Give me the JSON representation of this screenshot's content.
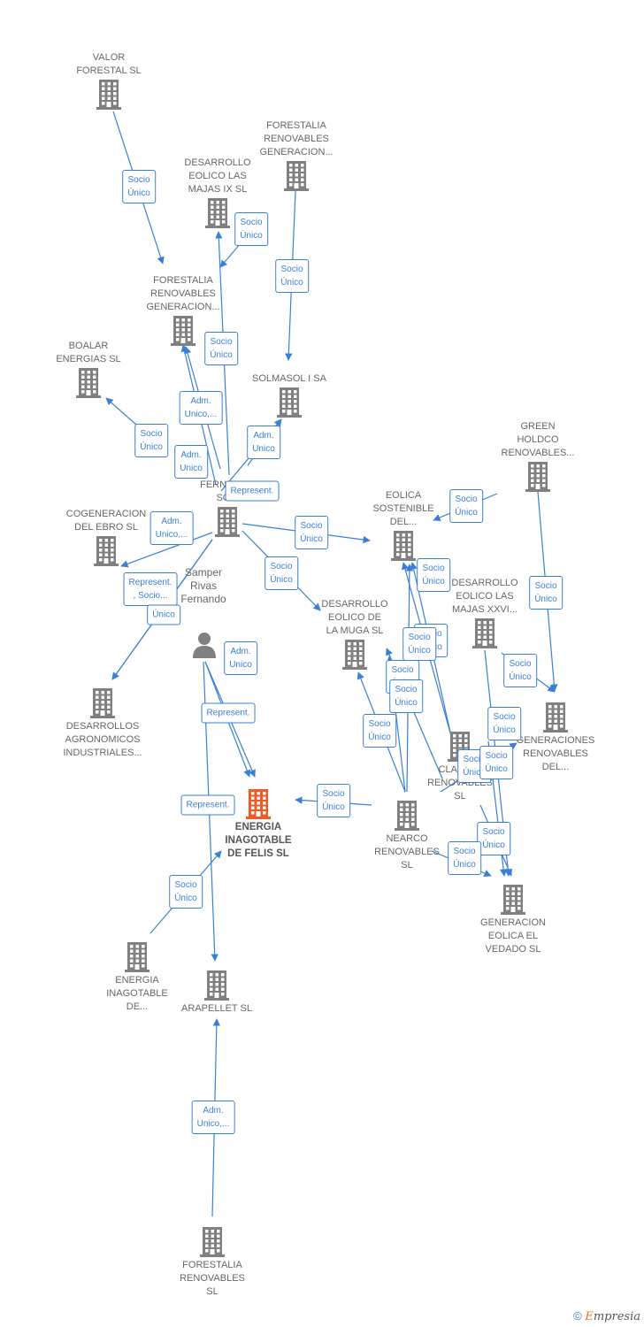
{
  "colors": {
    "node": "#808080",
    "main": "#f05a28",
    "edge": "#3a7fd5",
    "text": "#666666"
  },
  "nodes": [
    {
      "id": "valor",
      "label": "VALOR\nFORESTAL SL",
      "type": "company"
    },
    {
      "id": "forestalia_gen1",
      "label": "FORESTALIA\nRENOVABLES\nGENERACION...",
      "type": "company"
    },
    {
      "id": "eolico_ix",
      "label": "DESARROLLO\nEOLICO LAS\nMAJAS IX  SL",
      "type": "company"
    },
    {
      "id": "forestalia_gen2",
      "label": "FORESTALIA\nRENOVABLES\nGENERACION...",
      "type": "company"
    },
    {
      "id": "boalar",
      "label": "BOALAR\nENERGIAS  SL",
      "type": "company"
    },
    {
      "id": "solmasol",
      "label": "SOLMASOL I SA",
      "type": "company"
    },
    {
      "id": "green_holdco",
      "label": "GREEN\nHOLDCO\nRENOVABLES...",
      "type": "company"
    },
    {
      "id": "fernando_so",
      "label": "FERNANDO\nSO...",
      "type": "company"
    },
    {
      "id": "cogeneracion",
      "label": "COGENERACION\nDEL EBRO  SL",
      "type": "company"
    },
    {
      "id": "eolica_sostenible",
      "label": "EOLICA\nSOSTENIBLE\nDEL...",
      "type": "company"
    },
    {
      "id": "muga",
      "label": "DESARROLLO\nEOLICO DE\nLA MUGA SL",
      "type": "company"
    },
    {
      "id": "majas_xxvi",
      "label": "DESARROLLO\nEOLICO LAS\nMAJAS XXVI...",
      "type": "company"
    },
    {
      "id": "samper",
      "label": "Samper\nRivas\nFernando",
      "type": "person"
    },
    {
      "id": "agronomicos",
      "label": "DESARROLLOS\nAGRONOMICOS\nINDUSTRIALES...",
      "type": "company"
    },
    {
      "id": "generaciones",
      "label": "GENERACIONES\nRENOVABLES\nDEL...",
      "type": "company"
    },
    {
      "id": "clarion",
      "label": "CLARION\nRENOVABLES\nSL",
      "type": "company"
    },
    {
      "id": "main",
      "label": "ENERGIA\nINAGOTABLE\nDE FELIS  SL",
      "type": "main"
    },
    {
      "id": "nearco",
      "label": "NEARCO\nRENOVABLES\nSL",
      "type": "company"
    },
    {
      "id": "vedado",
      "label": "GENERACION\nEOLICA EL\nVEDADO SL",
      "type": "company"
    },
    {
      "id": "energia_de",
      "label": "ENERGIA\nINAGOTABLE\nDE...",
      "type": "company"
    },
    {
      "id": "arapellet",
      "label": "ARAPELLET  SL",
      "type": "company"
    },
    {
      "id": "forestalia_sl",
      "label": "FORESTALIA\nRENOVABLES\nSL",
      "type": "company"
    }
  ],
  "edges": [
    {
      "label": "Socio\nÚnico"
    },
    {
      "label": "Socio\nÚnico"
    },
    {
      "label": "Socio\nÚnico"
    },
    {
      "label": "Socio\nÚnico"
    },
    {
      "label": "Adm.\nUnico,..."
    },
    {
      "label": "Socio\nÚnico"
    },
    {
      "label": "Adm.\nUnico"
    },
    {
      "label": "Adm.\nUnico"
    },
    {
      "label": "Represent."
    },
    {
      "label": "Adm.\nUnico,..."
    },
    {
      "label": "Represent.\n, Socio..."
    },
    {
      "label": "Único"
    },
    {
      "label": "Socio\nÚnico"
    },
    {
      "label": "Socio\nÚnico"
    },
    {
      "label": "Socio\nÚnico"
    },
    {
      "label": "Socio\nÚnico"
    },
    {
      "label": "Socio\nÚnico"
    },
    {
      "label": "Adm.\nUnico"
    },
    {
      "label": "Represent."
    },
    {
      "label": "Represent."
    },
    {
      "label": "Socio\nÚnico"
    },
    {
      "label": "Socio\nÚnico"
    },
    {
      "label": "Socio\nÚnico"
    },
    {
      "label": "Socio\nÚnico"
    },
    {
      "label": "Socio\nÚnico"
    },
    {
      "label": "Socio\nÚnico"
    },
    {
      "label": "Socio\nÚnico"
    },
    {
      "label": "Socio\nÚnico"
    },
    {
      "label": "Socio\nÚnico"
    },
    {
      "label": "Socio\nÚnico"
    },
    {
      "label": "Socio\nÚnico"
    },
    {
      "label": "Socio\nÚnico"
    },
    {
      "label": "Socio\nÚnico"
    },
    {
      "label": "Adm.\nUnico,..."
    }
  ],
  "footer": {
    "copyright": "©",
    "brand_first": "E",
    "brand_rest": "mpresia"
  }
}
